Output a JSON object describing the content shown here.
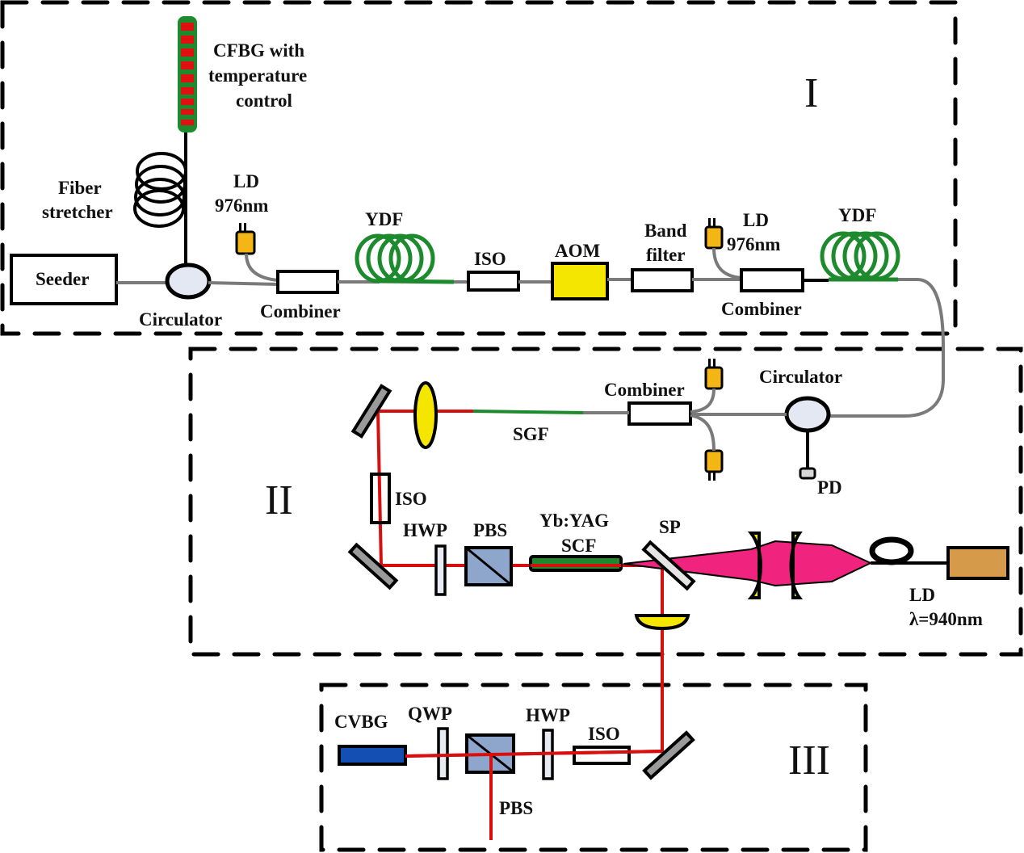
{
  "diagram": {
    "title": "Fiber-seeded Yb:YAG single-crystal-fiber amplifier setup",
    "sections": [
      {
        "id": "I",
        "label": "I"
      },
      {
        "id": "II",
        "label": "II"
      },
      {
        "id": "III",
        "label": "III"
      }
    ],
    "colors": {
      "fiber": "#7a7a7a",
      "doped_fiber": "#1e8a2e",
      "laser_beam": "#d80f0f",
      "pump_beam": "#f0237f",
      "lens": "#f5e600",
      "aom": "#f5e600",
      "pump_diode": "#f3b614",
      "ld_940": "#d69b4a",
      "pbs": "#8ea6cc",
      "cvbg": "#1450b4",
      "cfbg_red": "#e01010",
      "cfbg_green": "#1e8a2e"
    },
    "section_I": {
      "cfbg_label_lines": [
        "CFBG with",
        "temperature",
        "control"
      ],
      "fiber_stretcher_lines": [
        "Fiber",
        "stretcher"
      ],
      "seeder": "Seeder",
      "circulator": "Circulator",
      "ld1_lines": [
        "LD",
        "976nm"
      ],
      "combiner1": "Combiner",
      "ydf1": "YDF",
      "iso": "ISO",
      "aom": "AOM",
      "band_filter_lines": [
        "Band",
        "filter"
      ],
      "ld2_lines": [
        "LD",
        "976nm"
      ],
      "combiner2": "Combiner",
      "ydf2": "YDF"
    },
    "section_II": {
      "combiner": "Combiner",
      "circulator": "Circulator",
      "pd": "PD",
      "sgf": "SGF",
      "iso": "ISO",
      "hwp": "HWP",
      "pbs": "PBS",
      "crystal_lines": [
        "Yb:YAG",
        "SCF"
      ],
      "sp": "SP",
      "ld_lines": [
        "LD",
        "λ=940nm"
      ]
    },
    "section_III": {
      "cvbg": "CVBG",
      "qwp": "QWP",
      "pbs": "PBS",
      "hwp": "HWP",
      "iso": "ISO"
    }
  }
}
